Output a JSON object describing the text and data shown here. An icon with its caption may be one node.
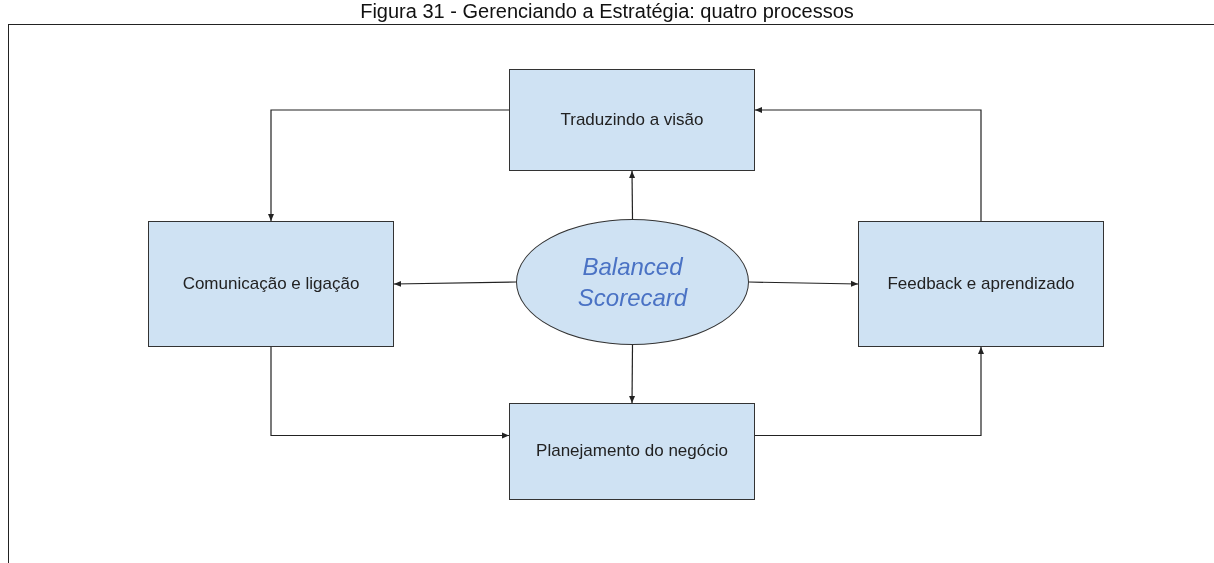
{
  "diagram": {
    "title": "Figura 31 - Gerenciando a Estratégia: quatro processos",
    "nodes": [
      {
        "text": [
          "Traduzindo a visão"
        ]
      },
      {
        "text": [
          "Comunicação e ligação"
        ]
      },
      {
        "text": [
          "Balanced Scorecard"
        ]
      },
      {
        "text": [
          "Feedback e aprendizado"
        ]
      },
      {
        "text": [
          "Planejamento do negócio"
        ]
      }
    ],
    "edges": [
      {
        "from": 2,
        "to": 0,
        "arrow": "to"
      },
      {
        "from": 2,
        "to": 1,
        "arrow": "to"
      },
      {
        "from": 2,
        "to": 3,
        "arrow": "to"
      },
      {
        "from": 2,
        "to": 4,
        "arrow": "to"
      },
      {
        "from": 0,
        "to": 1,
        "arrow": "to"
      },
      {
        "from": 1,
        "to": 4,
        "arrow": "to"
      },
      {
        "from": 4,
        "to": 3,
        "arrow": "to"
      },
      {
        "from": 3,
        "to": 0,
        "arrow": "to"
      }
    ]
  }
}
